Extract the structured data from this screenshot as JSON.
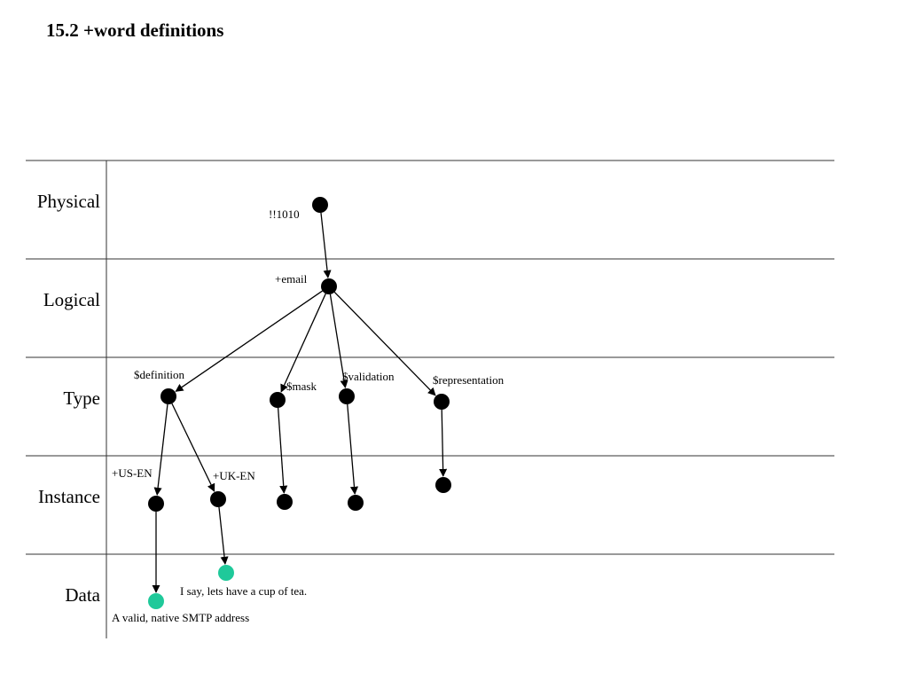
{
  "title": "15.2 +word definitions",
  "colors": {
    "node": "#000000",
    "data_node": "#1fc99a",
    "line": "#333333"
  },
  "lanes": [
    "Physical",
    "Logical",
    "Type",
    "Instance",
    "Data"
  ],
  "nodes": [
    {
      "id": "n1010",
      "label": "!!1010",
      "lane": "Physical",
      "kind": "node"
    },
    {
      "id": "email",
      "label": "+email",
      "lane": "Logical",
      "kind": "node"
    },
    {
      "id": "definition",
      "label": "$definition",
      "lane": "Type",
      "kind": "node"
    },
    {
      "id": "mask",
      "label": "$mask",
      "lane": "Type",
      "kind": "node"
    },
    {
      "id": "validation",
      "label": "$validation",
      "lane": "Type",
      "kind": "node"
    },
    {
      "id": "representation",
      "label": "$representation",
      "lane": "Type",
      "kind": "node"
    },
    {
      "id": "usen",
      "label": "+US-EN",
      "lane": "Instance",
      "kind": "node"
    },
    {
      "id": "uken",
      "label": "+UK-EN",
      "lane": "Instance",
      "kind": "node"
    },
    {
      "id": "maskinst",
      "label": "",
      "lane": "Instance",
      "kind": "node"
    },
    {
      "id": "validinst",
      "label": "",
      "lane": "Instance",
      "kind": "node"
    },
    {
      "id": "repinst",
      "label": "",
      "lane": "Instance",
      "kind": "node"
    },
    {
      "id": "usdata",
      "label": "A valid, native SMTP address",
      "lane": "Data",
      "kind": "data"
    },
    {
      "id": "ukdata",
      "label": "I say, lets have a cup of tea.",
      "lane": "Data",
      "kind": "data"
    }
  ],
  "edges": [
    {
      "from": "n1010",
      "to": "email"
    },
    {
      "from": "email",
      "to": "definition"
    },
    {
      "from": "email",
      "to": "mask"
    },
    {
      "from": "email",
      "to": "validation"
    },
    {
      "from": "email",
      "to": "representation"
    },
    {
      "from": "definition",
      "to": "usen"
    },
    {
      "from": "definition",
      "to": "uken"
    },
    {
      "from": "mask",
      "to": "maskinst"
    },
    {
      "from": "validation",
      "to": "validinst"
    },
    {
      "from": "representation",
      "to": "repinst"
    },
    {
      "from": "usen",
      "to": "usdata"
    },
    {
      "from": "uken",
      "to": "ukdata"
    }
  ]
}
